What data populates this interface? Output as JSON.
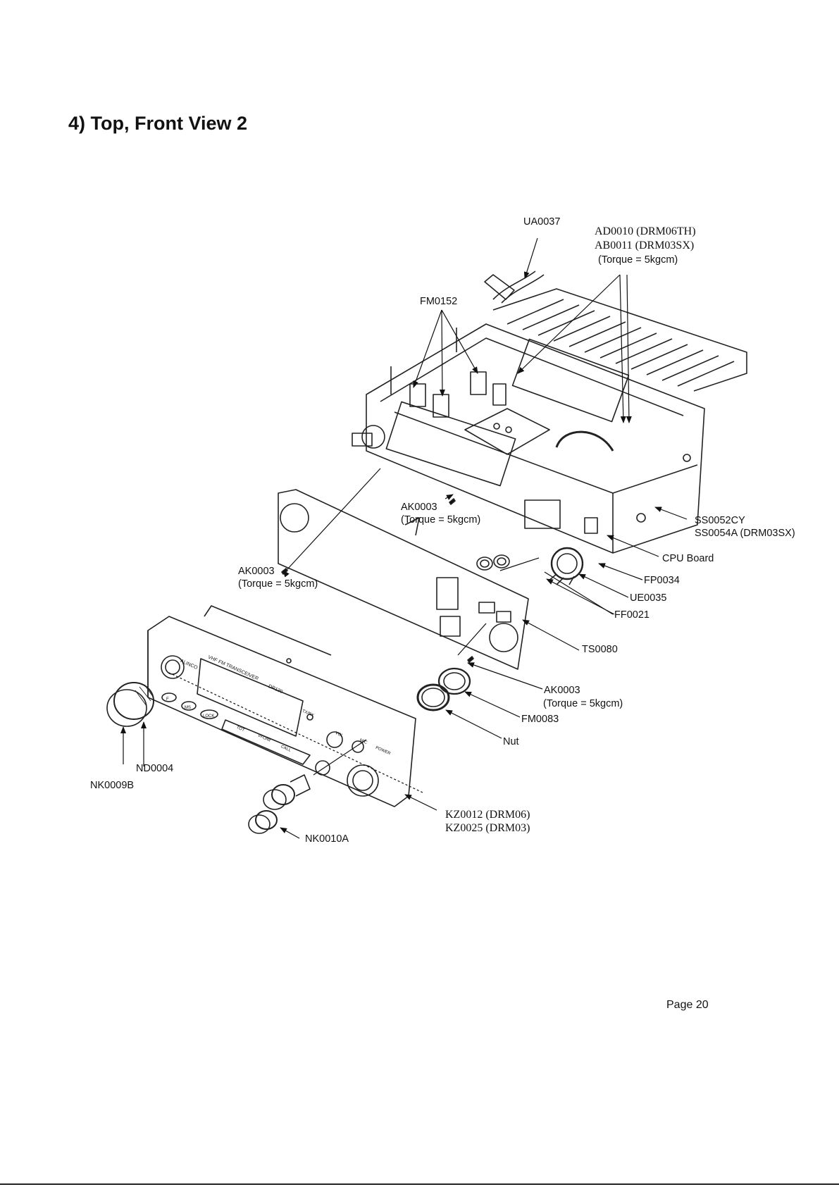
{
  "title": "4) Top, Front View 2",
  "page_number": "Page 20",
  "labels": {
    "ua0037": "UA0037",
    "ad0010": "AD0010 (DRM06TH)",
    "ab0011": "AB0011 (DRM03SX)",
    "torque_top": "(Torque = 5kgcm)",
    "fm0152": "FM0152",
    "ak0003_mid": "AK0003",
    "torque_mid": "(Torque = 5kgcm)",
    "ak0003_left": "AK0003",
    "torque_left": "(Torque = 5kgcm)",
    "ss0052cy": "SS0052CY",
    "ss0054a": "SS0054A (DRM03SX)",
    "cpu_board": "CPU Board",
    "fp0034": "FP0034",
    "ue0035": "UE0035",
    "ff0021": "FF0021",
    "ts0080": "TS0080",
    "ak0003_right": "AK0003",
    "torque_right": "(Torque = 5kgcm)",
    "fm0083": "FM0083",
    "nut": "Nut",
    "nd0004": "ND0004",
    "nk0009b": "NK0009B",
    "kz0012": "KZ0012 (DRM06)",
    "kz0025": "KZ0025 (DRM03)",
    "nk0010a": "NK0010A"
  },
  "panel_text": {
    "brand": "ALINCO",
    "model_desc": "VHF FM TRANSCEIVER",
    "model": "DR130",
    "txrx": "TX/RX",
    "btn_f": "F",
    "btn_ms": "MS",
    "btn_lock": "LOCK",
    "btn_tot": "TOT",
    "btn_vfom": "VFO/M",
    "btn_call": "CALL",
    "vol": "VOL",
    "sql": "MIC",
    "power": "POWER"
  }
}
